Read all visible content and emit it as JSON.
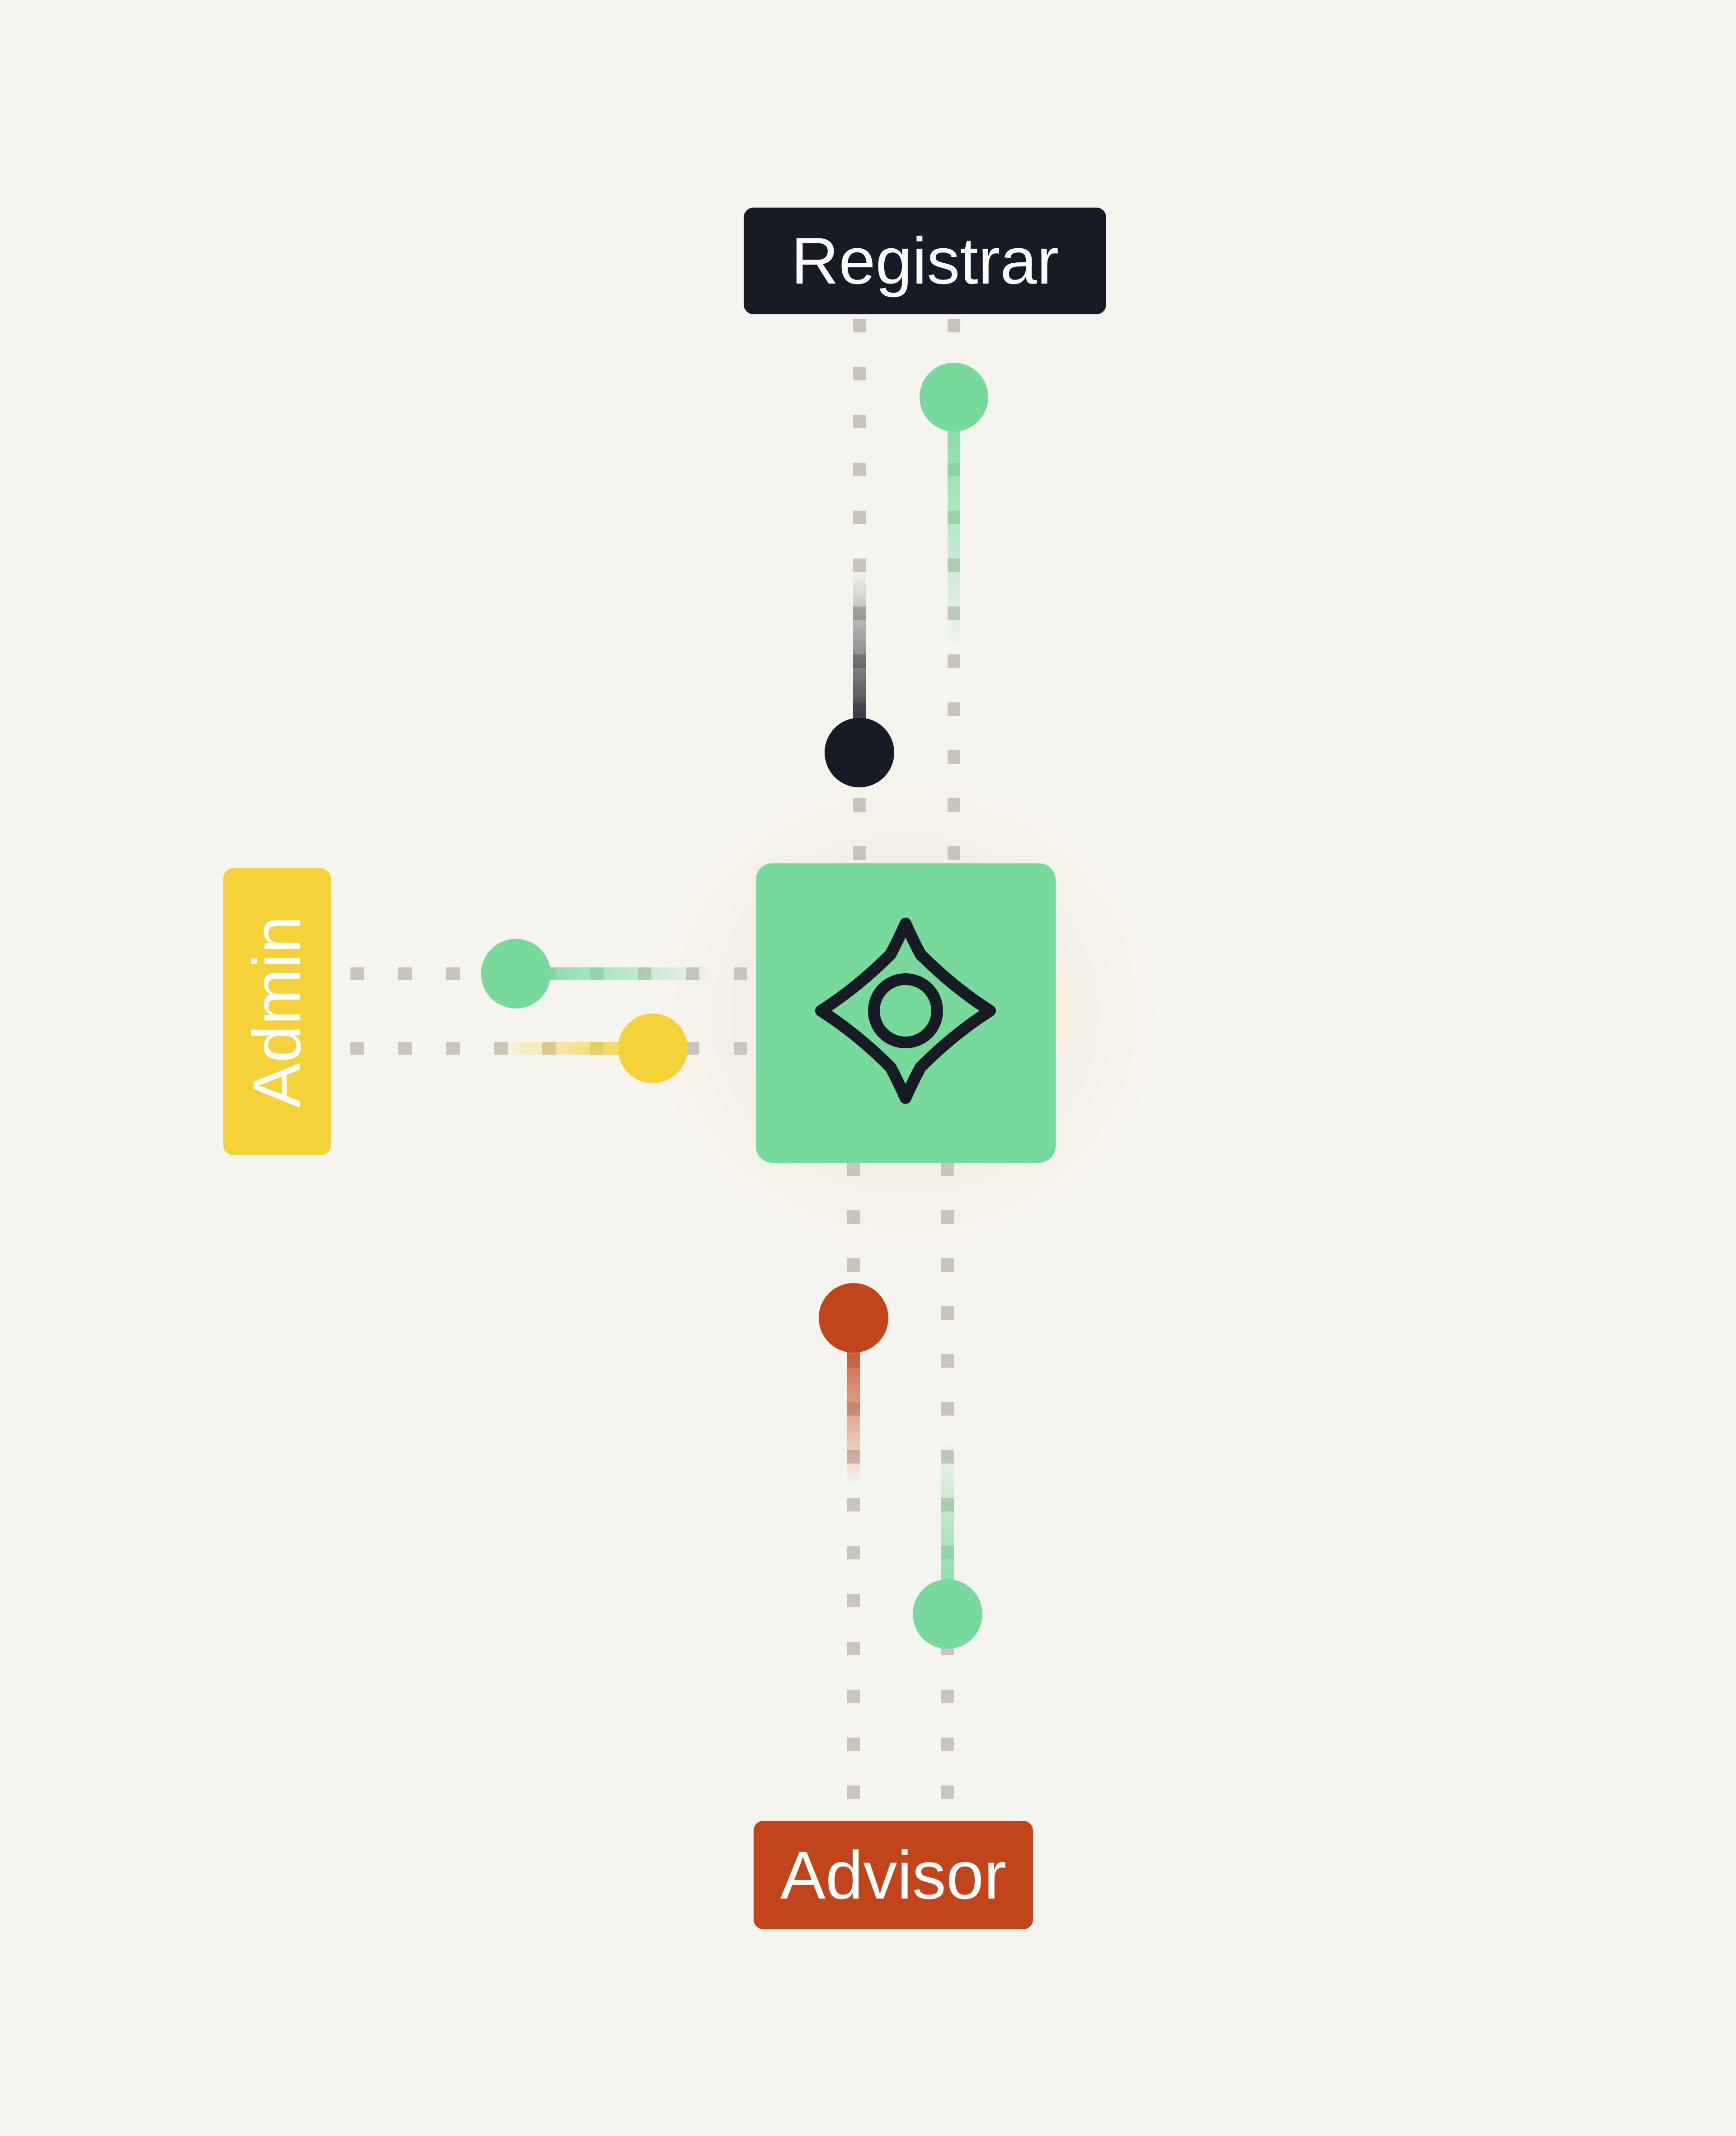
{
  "diagram": {
    "nodes": {
      "registrar": {
        "label": "Registrar",
        "color": "#171b26"
      },
      "admin": {
        "label": "Admin",
        "color": "#f5d23a"
      },
      "advisor": {
        "label": "Advisor",
        "color": "#c2441a"
      },
      "hub": {
        "icon": "four-point-star-icon",
        "color": "#78d99c"
      }
    },
    "colors": {
      "background": "#f5f4ee",
      "dotted_line": "#c9c5bb",
      "green_packet": "#78d99c",
      "dark_packet": "#171b26",
      "yellow_packet": "#f5d23a",
      "red_packet": "#c2441a"
    }
  }
}
